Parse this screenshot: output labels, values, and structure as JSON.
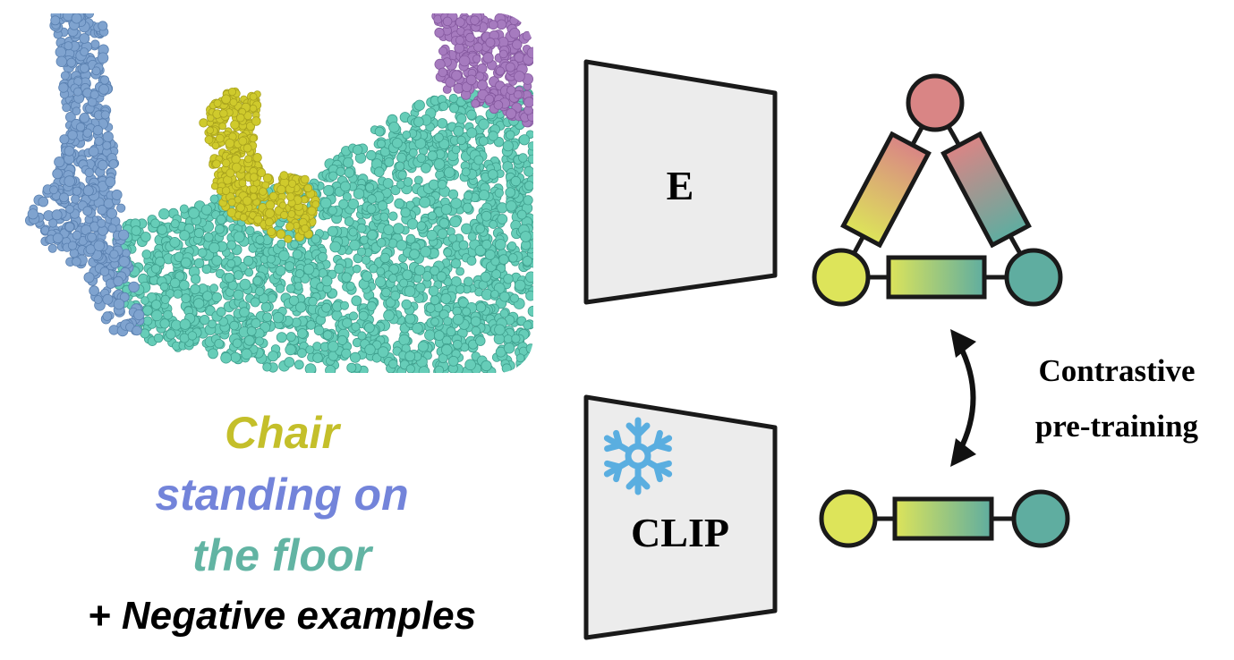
{
  "caption": {
    "line1": "Chair",
    "line2": "standing on",
    "line3": "the floor",
    "line4": "+ Negative examples"
  },
  "encoders": {
    "scene_encoder_label": "E",
    "text_encoder_label": "CLIP",
    "frozen_icon": "snowflake-icon"
  },
  "contrastive": {
    "line1": "Contrastive",
    "line2": "pre-training"
  },
  "colors": {
    "object": "#cfca2c",
    "relation": "#6f82da",
    "anchor": "#5fb9a4",
    "wall_left": "#7fa3cf",
    "wall_right": "#a67bbf",
    "floor": "#66cdb8",
    "node_top": "#d98585",
    "node_yellow": "#dde45a",
    "node_teal": "#5fada0",
    "encoder_fill": "#ececec",
    "snowflake": "#5aaee0"
  }
}
